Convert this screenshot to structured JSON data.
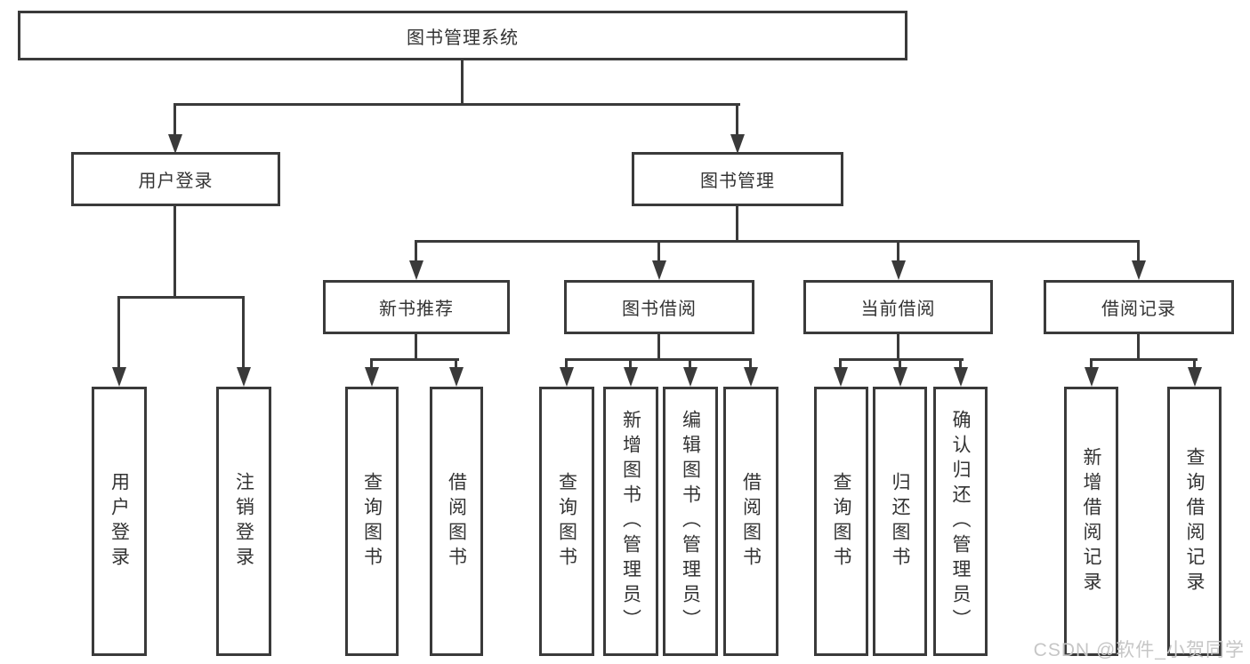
{
  "tree": {
    "root": "图书管理系统",
    "branches": [
      {
        "label": "用户登录",
        "children": [
          "用户登录",
          "注销登录"
        ]
      },
      {
        "label": "图书管理",
        "sections": [
          {
            "label": "新书推荐",
            "children": [
              "查询图书",
              "借阅图书"
            ]
          },
          {
            "label": "图书借阅",
            "children": [
              "查询图书",
              "新增图书（管理员）",
              "编辑图书（管理员）",
              "借阅图书"
            ]
          },
          {
            "label": "当前借阅",
            "children": [
              "查询图书",
              "归还图书",
              "确认归还（管理员）"
            ]
          },
          {
            "label": "借阅记录",
            "children": [
              "新增借阅记录",
              "查询借阅记录"
            ]
          }
        ]
      }
    ]
  },
  "watermark": "CSDN @软件_小贺同学",
  "colors": {
    "line": "#3a3a3a",
    "text": "#333333",
    "watermark": "#c6c6c6",
    "background": "#ffffff"
  }
}
